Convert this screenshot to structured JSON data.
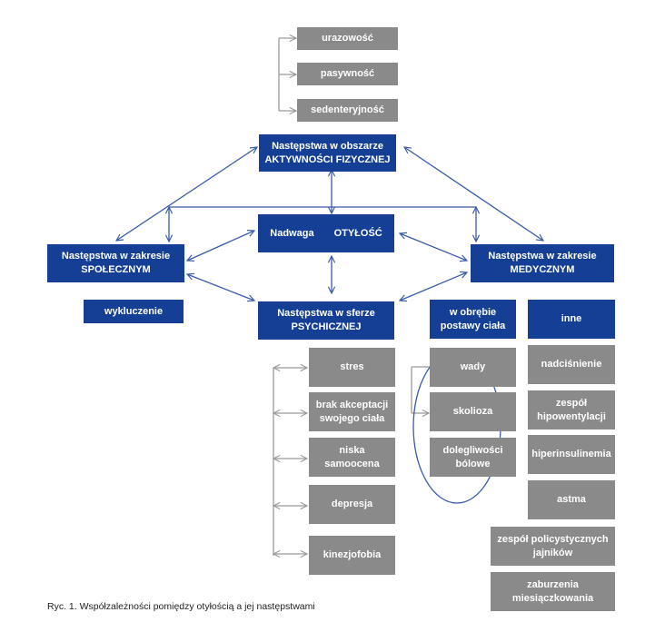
{
  "colors": {
    "blue": "#143f95",
    "gray": "#8a8a8a",
    "blue_line": "#3a5ba8",
    "gray_line": "#9a9a9a"
  },
  "activity": {
    "title_line1": "Następstwa w obszarze",
    "title_line2": "AKTYWNOŚCI FIZYCZNEJ",
    "items": [
      "urazowość",
      "pasywność",
      "sedenteryjność"
    ]
  },
  "center": {
    "left": "Nadwaga",
    "right": "OTYŁOŚĆ"
  },
  "social": {
    "title_line1": "Następstwa w zakresie",
    "title_line2": "SPOŁECZNYM",
    "items": [
      "wykluczenie"
    ]
  },
  "medical": {
    "title_line1": "Następstwa w zakresie",
    "title_line2": "MEDYCZNYM",
    "posture": {
      "label": "w obrębie\npostawy ciała",
      "items": [
        "wady",
        "skolioza",
        "dolegliwości\nbólowe"
      ]
    },
    "other": {
      "label": "inne",
      "items": [
        "nadciśnienie",
        "zespół\nhipowentylacji",
        "hiperinsulinemia",
        "astma",
        "zespół policystycznych\njajników",
        "zaburzenia\nmiesiączkowania"
      ]
    }
  },
  "psychic": {
    "title_line1": "Następstwa w sferze",
    "title_line2": "PSYCHICZNEJ",
    "items": [
      "stres",
      "brak akceptacji\nswojego ciała",
      "niska\nsamoocena",
      "depresja",
      "kinezjofobia"
    ]
  },
  "caption": "Ryc. 1. Współzależności pomiędzy otyłością a jej następstwami"
}
